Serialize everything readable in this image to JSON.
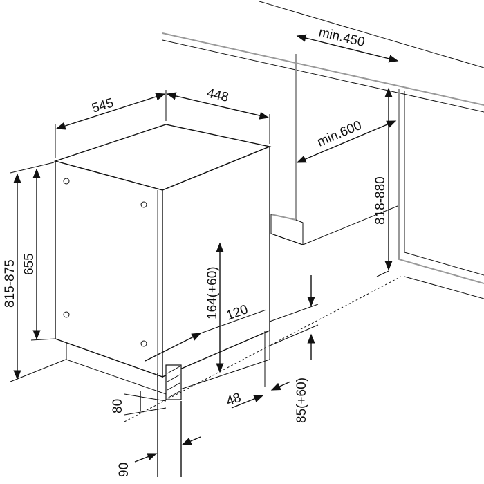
{
  "title": "Dishwasher installation dimensions",
  "dimensions": {
    "depth": "545",
    "width": "448",
    "niche_width": "min.450",
    "niche_depth": "min.600",
    "niche_height": "818-880",
    "total_height": "815-875",
    "body_height": "655",
    "kick_height": "164(+60)",
    "kick_offset": "120",
    "plinth_height": "80",
    "plinth_depth": "48",
    "foot_height": "85(+60)",
    "plinth_width": "90"
  }
}
